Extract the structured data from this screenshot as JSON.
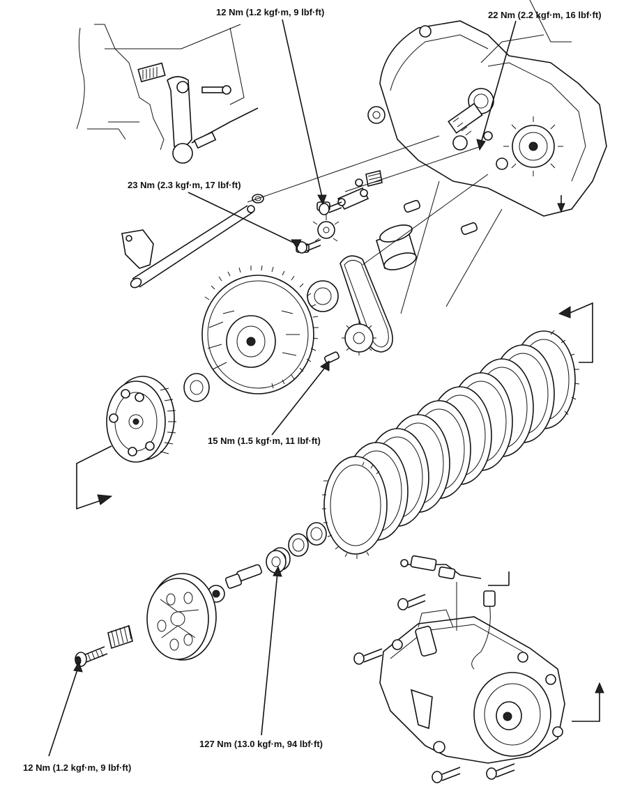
{
  "labels": {
    "torque_top_center": "12 Nm (1.2 kgf·m, 9 lbf·ft)",
    "torque_top_right": "22 Nm (2.2 kgf·m, 16 lbf·ft)",
    "torque_shift": "23 Nm (2.3 kgf·m, 17 lbf·ft)",
    "torque_sprocket": "15 Nm (1.5 kgf·m, 11 lbf·ft)",
    "torque_lifter_bolt": "12 Nm (1.2 kgf·m, 9 lbf·ft)",
    "torque_locknut": "127 Nm (13.0 kgf·m, 94 lbf·ft)"
  },
  "colors": {
    "line": "#111111",
    "background": "#ffffff"
  }
}
